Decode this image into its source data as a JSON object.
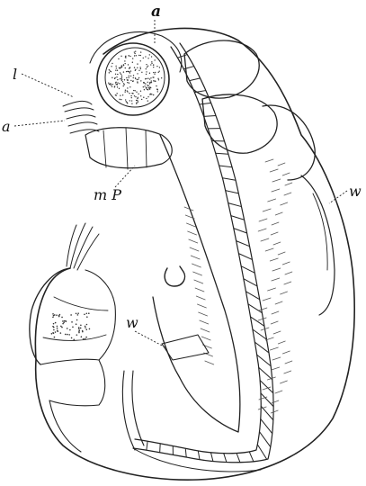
{
  "figure": {
    "labels": {
      "a_top": "a",
      "l": "l",
      "a_left": "a",
      "mP": "m P",
      "w_right": "w",
      "w_lower": "w"
    }
  }
}
